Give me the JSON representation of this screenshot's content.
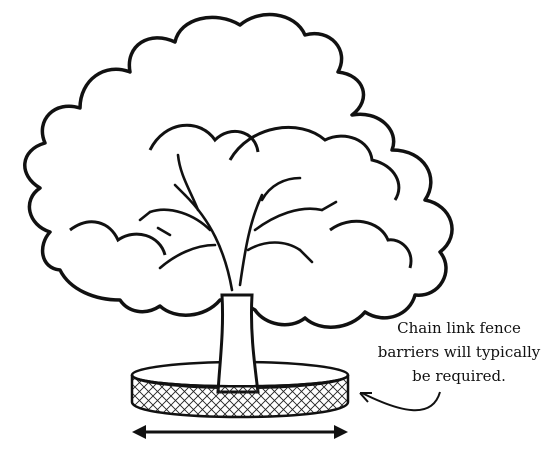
{
  "illustration": {
    "subject": "tree",
    "note_lines": [
      "Chain link fence",
      "barriers will typically",
      "be required."
    ],
    "fence_pattern": "chain-link-crosshatch",
    "colors": {
      "ink": "#111111",
      "fill": "#ffffff",
      "mesh": "#222222"
    }
  }
}
